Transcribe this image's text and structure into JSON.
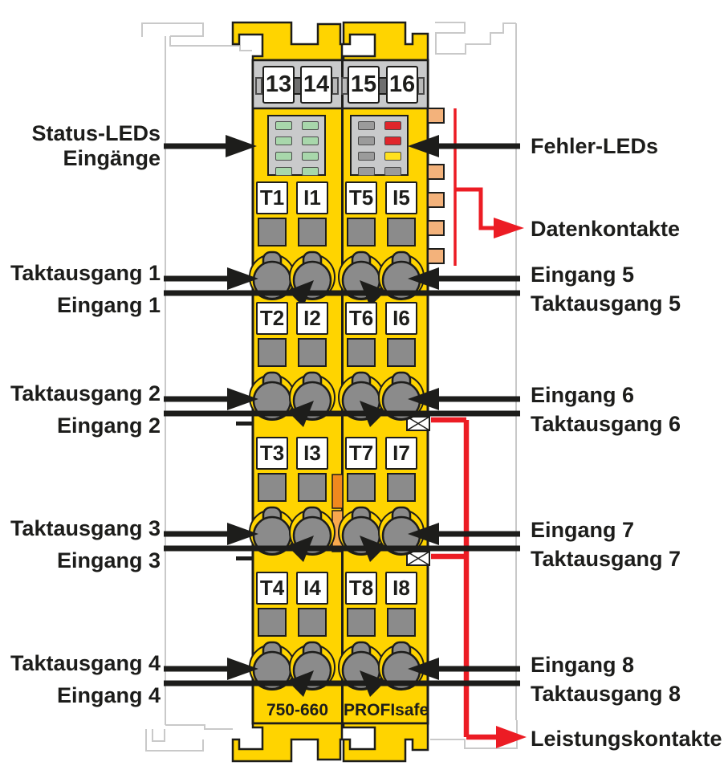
{
  "colors": {
    "body_yellow": "#ffd400",
    "panel_gray": "#c9cacb",
    "contact_gray": "#8b8b8b",
    "line_black": "#1d1d1b",
    "accent_red": "#ec1c24",
    "ghost_gray": "#c9c9c9",
    "orange_contact": "#f3b27b",
    "latch_orange_dark": "#f0891e",
    "latch_orange_light": "#f8a84e",
    "led_green": "#a8d7ab",
    "led_red": "#e0252b",
    "led_yellow": "#ffe11e",
    "led_gray": "#9b9b9b"
  },
  "modules": {
    "left": {
      "id": "750-660",
      "plates": [
        "13",
        "14"
      ],
      "leds": [
        [
          "green",
          "green"
        ],
        [
          "green",
          "green"
        ],
        [
          "green",
          "green"
        ],
        [
          "green",
          "green"
        ]
      ],
      "terminals": [
        [
          "T1",
          "I1"
        ],
        [
          "T2",
          "I2"
        ],
        [
          "T3",
          "I3"
        ],
        [
          "T4",
          "I4"
        ]
      ]
    },
    "right": {
      "id": "PROFIsafe",
      "plates": [
        "15",
        "16"
      ],
      "leds": [
        [
          "gray",
          "red"
        ],
        [
          "gray",
          "red"
        ],
        [
          "gray",
          "yellow"
        ],
        [
          "gray",
          "gray"
        ]
      ],
      "terminals": [
        [
          "T5",
          "I5"
        ],
        [
          "T6",
          "I6"
        ],
        [
          "T7",
          "I7"
        ],
        [
          "T8",
          "I8"
        ]
      ]
    }
  },
  "callouts": {
    "status_leds": {
      "line1": "Status-LEDs",
      "line2": "Eingänge"
    },
    "fehler_leds": "Fehler-LEDs",
    "datenkontakte": "Datenkontakte",
    "leistungskontakte": "Leistungskontakte",
    "left": [
      {
        "takt": "Taktausgang 1",
        "eingang": "Eingang 1"
      },
      {
        "takt": "Taktausgang 2",
        "eingang": "Eingang 2"
      },
      {
        "takt": "Taktausgang 3",
        "eingang": "Eingang 3"
      },
      {
        "takt": "Taktausgang 4",
        "eingang": "Eingang 4"
      }
    ],
    "right": [
      {
        "eingang": "Eingang 5",
        "takt": "Taktausgang 5"
      },
      {
        "eingang": "Eingang 6",
        "takt": "Taktausgang 6"
      },
      {
        "eingang": "Eingang 7",
        "takt": "Taktausgang 7"
      },
      {
        "eingang": "Eingang 8",
        "takt": "Taktausgang 8"
      }
    ]
  }
}
